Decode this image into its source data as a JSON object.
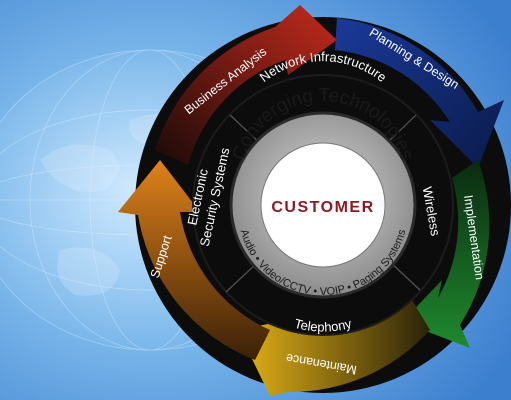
{
  "center": {
    "label": "CUSTOMER",
    "inner_title": "Converging Technologies",
    "inner_subtitle": "Audio • Video/CCTV • VOIP • Paging Systems"
  },
  "middle_ring": {
    "items": [
      "Network Infrastructure",
      "Wireless",
      "Telephony",
      "Electronic",
      "Security Systems"
    ]
  },
  "outer_cycle": {
    "stages": [
      {
        "label": "Business Analysis",
        "color": "#c42a1c"
      },
      {
        "label": "Planning & Design",
        "color": "#1a3a99"
      },
      {
        "label": "Implementation",
        "color": "#1f8a2e"
      },
      {
        "label": "Maintenance",
        "color": "#e6b416"
      },
      {
        "label": "Support",
        "color": "#e0821a"
      }
    ]
  },
  "colors": {
    "background": "#6aa9e0",
    "ring_dark": "#0c0c0c",
    "ring_inner": "#2a2a2a",
    "center_text": "#8c1a22"
  }
}
